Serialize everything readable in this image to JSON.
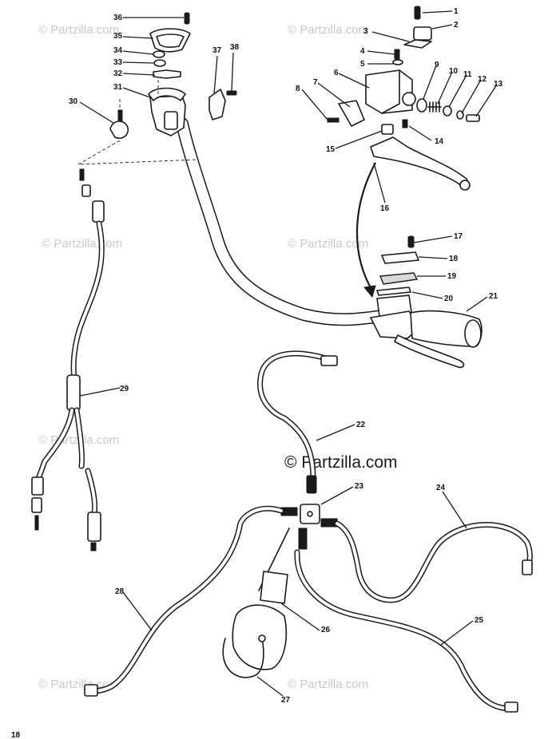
{
  "watermark": {
    "brand": "© Partzilla.com",
    "center_text": "© Partzilla.com"
  },
  "callouts": [
    "1",
    "2",
    "3",
    "4",
    "5",
    "6",
    "7",
    "8",
    "9",
    "10",
    "11",
    "12",
    "13",
    "14",
    "15",
    "16",
    "17",
    "18",
    "19",
    "20",
    "21",
    "22",
    "23",
    "24",
    "25",
    "26",
    "27",
    "28",
    "29",
    "30",
    "31",
    "32",
    "33",
    "34",
    "35",
    "36",
    "37",
    "38"
  ],
  "corner_mark": "18"
}
